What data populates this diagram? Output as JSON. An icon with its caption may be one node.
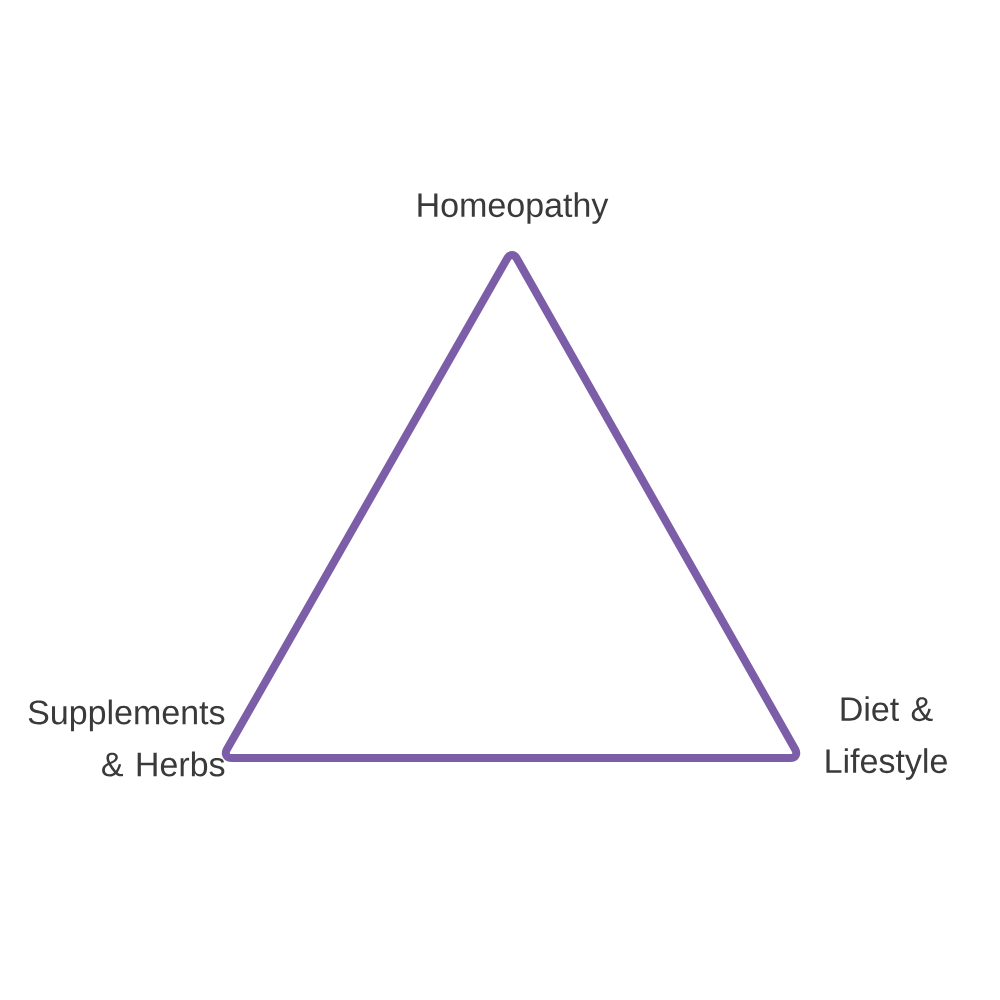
{
  "diagram": {
    "nodes": [
      {
        "text": [],
        "shape": "triangle",
        "beside": [
          "Homeopathy",
          "Supplements & Herbs",
          "Diet & Lifestyle"
        ]
      }
    ]
  }
}
